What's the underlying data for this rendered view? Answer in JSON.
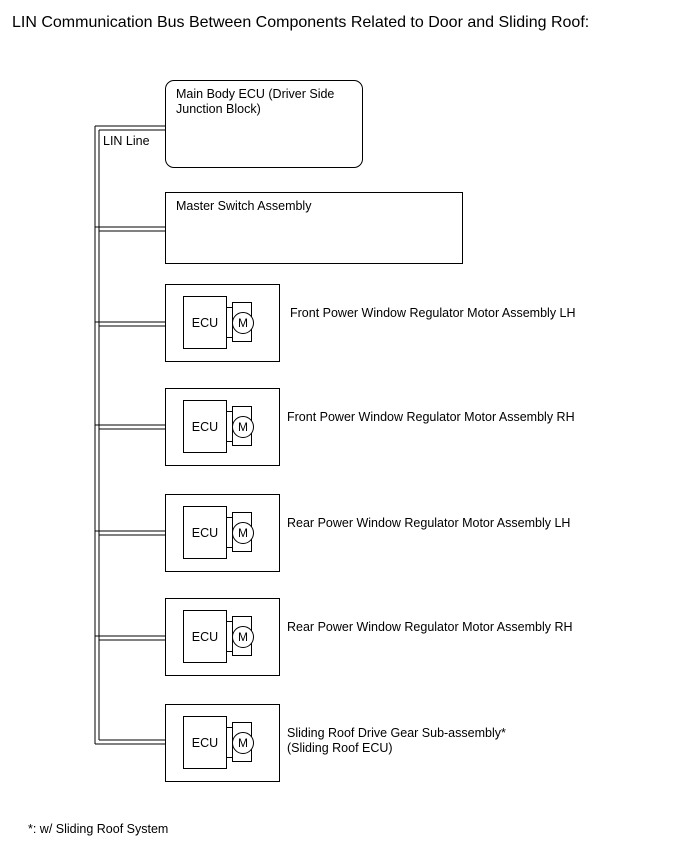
{
  "title": "LIN Communication Bus Between Components Related to Door and Sliding Roof:",
  "lin_line_label": "LIN Line",
  "main_body_ecu": {
    "label": "Main Body ECU (Driver Side Junction Block)"
  },
  "master_switch": {
    "label": "Master Switch Assembly"
  },
  "ecu_text": "ECU",
  "motor_symbol": "M",
  "components": [
    {
      "label": "Front Power Window Regulator Motor Assembly LH"
    },
    {
      "label": "Front Power Window Regulator Motor Assembly RH"
    },
    {
      "label": "Rear Power Window Regulator Motor Assembly LH"
    },
    {
      "label": "Rear Power Window Regulator Motor Assembly RH"
    },
    {
      "label_line1": "Sliding Roof Drive Gear Sub-assembly*",
      "label_line2": "(Sliding Roof ECU)"
    }
  ],
  "footnote": "*: w/ Sliding Roof System"
}
